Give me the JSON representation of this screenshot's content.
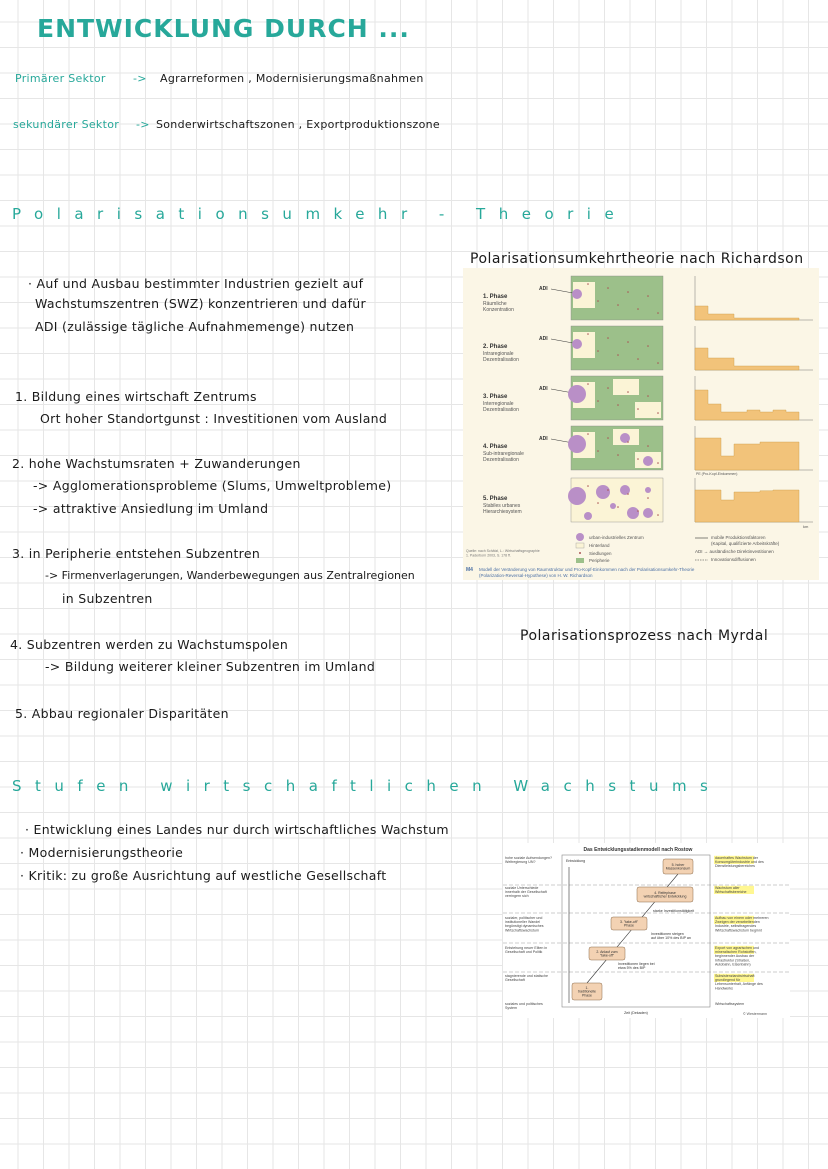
{
  "header": {
    "title": "ENTWICKLUNG DURCH ..."
  },
  "sectors": [
    {
      "label": "Primärer Sektor",
      "arrow": "->",
      "text": "Agrarreformen , Modernisierungsmaßnahmen"
    },
    {
      "label": "sekundärer Sektor",
      "arrow": "->",
      "text": "Sonderwirtschaftszonen , Exportproduktionszone"
    }
  ],
  "polarisation": {
    "heading": "Polarisationsumkehr - Theorie",
    "intro": [
      "· Auf und Ausbau bestimmter Industrien gezielt auf",
      "Wachstumszentren (SWZ) konzentrieren und dafür",
      "ADI (zulässige tägliche Aufnahmemenge) nutzen"
    ],
    "steps": [
      {
        "line": "1. Bildung eines wirtschaft Zentrums",
        "details": [
          "Ort hoher Standortgunst : Investitionen vom Ausland"
        ]
      },
      {
        "line": "2. hohe Wachstumsraten + Zuwanderungen",
        "details": [
          "-> Agglomerationsprobleme (Slums, Umweltprobleme)",
          "-> attraktive Ansiedlung im Umland"
        ]
      },
      {
        "line": "3. in Peripherie entstehen Subzentren",
        "details": [
          "-> Firmenverlagerungen, Wanderbewegungen aus Zentralregionen",
          "in Subzentren"
        ]
      },
      {
        "line": "4. Subzentren werden zu Wachstumspolen",
        "details": [
          "-> Bildung weiterer kleiner Subzentren im Umland"
        ]
      },
      {
        "line": "5. Abbau regionaler Disparitäten",
        "details": []
      }
    ],
    "richardson_heading": "Polarisationsumkehrtheorie nach Richardson",
    "myrdal_heading": "Polarisationsprozess nach Myrdal"
  },
  "richardson_figure": {
    "phases": [
      {
        "num": "1. Phase",
        "name": [
          "Räumliche",
          "Konzentration"
        ]
      },
      {
        "num": "2. Phase",
        "name": [
          "Intraregionale",
          "Dezentralisation"
        ]
      },
      {
        "num": "3. Phase",
        "name": [
          "Interregionale",
          "Dezentralisation"
        ]
      },
      {
        "num": "4. Phase",
        "name": [
          "Sub-intraregionale",
          "Dezentralisation"
        ]
      },
      {
        "num": "5. Phase",
        "name": [
          "Stabiles urbanes",
          "Hierarchiesystem"
        ]
      }
    ],
    "adi": "ADI",
    "pe_label": "PE (Pro-Kopf-Einkommen)",
    "km": "km",
    "legend_left": [
      "urban-industrielles Zentrum",
      "Hinterland",
      "Siedlungen",
      "Peripherie"
    ],
    "legend_right": [
      "mobile Produktionsfaktoren",
      "(Kapital, qualifizierte Arbeitskräfte)",
      "ADI → ausländische Direktinvestitionen",
      "Innovationsdiffusionen"
    ],
    "source": "Quelle: nach Schätzl, L.: Wirtschaftsgeographie 1. Paderborn 2003, S. 178 ff.",
    "caption_id": "M4",
    "caption": [
      "Modell der Veränderung von Raumstruktur und Pro-Kopf-Einkommen nach der Polarisationsumkehr-Theorie",
      "(Polarization-Reversal-Hypothese) von H. W. Richardson"
    ],
    "colors": {
      "periphery": "#9cc08a",
      "hinterland": "#fbf4d6",
      "center": "#b98fc7",
      "income": "#f2c37a",
      "background": "#fbf6e6"
    }
  },
  "stufen": {
    "heading": "Stufen wirtschaftlichen Wachstums",
    "bullets": [
      "· Entwicklung eines Landes nur durch wirtschaftliches Wachstum",
      "· Modernisierungstheorie",
      "· Kritik: zu große Ausrichtung auf westliche Gesellschaft"
    ]
  },
  "rostow_figure": {
    "title": "Das Entwicklungsstadienmodell nach Rostow",
    "y_axis": "Entwicklung",
    "x_axis": "Zeit (Dekaden)",
    "stages": [
      "1. traditionelle Phase",
      "2. Anlauf zum \"take-off\"",
      "3. \"take-off\" Phase",
      "4. Reifephase wirtschaftlicher Entwicklung",
      "5. hoher Massenkonsum"
    ],
    "notes": [
      "Investitionen liegen bei etwa 5% des BIP",
      "Investitionen steigen auf über 10% des BIP an",
      "starke Investitionstätigkeit"
    ],
    "left": [
      "hohe soziale Aufwendungen? Weltregierung UN?",
      "soziale Unterschiede innerhalb der Gesellschaft verringern sich",
      "sozialer, politischer und institutioneller Wandel begünstigt dynamisches Wirtschaftswachstum",
      "Entstehung neuer Eliten in Gesellschaft und Politik",
      "stagnierende und statische Gesellschaft",
      "soziales und politisches System"
    ],
    "right": [
      "dauerhaftes Wachstum der Konsumgüterindustrie und des Dienstleistungsbereiches",
      "Wachstum aller Wirtschaftsbereiche",
      "Aufbau von einem oder mehreren Zweigen der verarbeitenden Industrie, selbsttragendes Wirtschaftswachstum beginnt",
      "Export von agrarischen und mineralischen Rohstoffen, beginnender Ausbau der Infrastruktur (Straßen, Autobahn, Eisenbahn)",
      "Subsistenzlandwirtschaft grundlegend für Lebensunterhalt, Anfänge des Handwerks",
      "Wirtschaftssystem"
    ],
    "credit": "© Westermann",
    "colors": {
      "stage": "#f3d2b3",
      "highlight": "#fff14a"
    }
  }
}
